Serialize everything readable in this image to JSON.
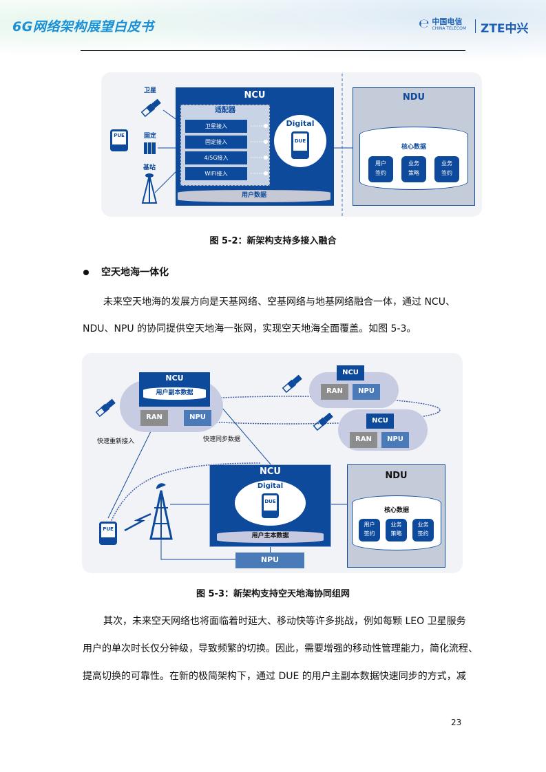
{
  "header": {
    "doc_title": "6G网络架构展望白皮书",
    "logo_china_telecom_cn": "中国电信",
    "logo_china_telecom_en": "CHINA TELECOM",
    "logo_zte": "ZTE中兴"
  },
  "figure_5_2": {
    "left_labels": {
      "satellite": "卫星",
      "fixed": "固定",
      "base_station": "基站"
    },
    "pue": "PUE",
    "ncu_title": "NCU",
    "adapter_title": "适配器",
    "access_items": [
      "卫星接入",
      "固定接入",
      "4/5G接入",
      "WIFI接入"
    ],
    "digital": "Digital",
    "due": "DUE",
    "user_data": "用户数据",
    "ndu_title": "NDU",
    "core_data": "核心数据",
    "core_items": [
      {
        "line1": "用户",
        "line2": "签约"
      },
      {
        "line1": "业务",
        "line2": "策略"
      },
      {
        "line1": "业务",
        "line2": "签约"
      }
    ],
    "caption": "图  5-2：新架构支持多接入融合"
  },
  "section": {
    "bullet_title": "空天地海一体化",
    "para1_line1": "未来空天地海的发展方向是天基网络、空基网络与地基网络融合一体，通过  NCU、",
    "para1_line2": "NDU、NPU 的协同提供空天地海一张网，实现空天地海全面覆盖。如图 5-3。"
  },
  "figure_5_3": {
    "cloud1": {
      "ncu": "NCU",
      "replica": "用户副本数据",
      "ran": "RAN",
      "npu": "NPU"
    },
    "cloud2": {
      "ncu": "NCU",
      "ran": "RAN",
      "npu": "NPU"
    },
    "cloud3": {
      "ncu": "NCU",
      "ran": "RAN",
      "npu": "NPU"
    },
    "fast_reaccess": "快速重新接入",
    "fast_sync": "快速同步数据",
    "ncu_title": "NCU",
    "digital": "Digital",
    "due": "DUE",
    "master_data": "用户主本数据",
    "npu": "NPU",
    "pue": "PUE",
    "ndu_title": "NDU",
    "core_data": "核心数据",
    "core_items": [
      {
        "line1": "用户",
        "line2": "签约"
      },
      {
        "line1": "业务",
        "line2": "策略"
      },
      {
        "line1": "业务",
        "line2": "签约"
      }
    ],
    "caption": "图  5-3：新架构支持空天地海协同组网"
  },
  "body": {
    "para2_line1": "其次，未来空天网络也将面临着时延大、移动快等许多挑战，例如每颗 LEO 卫星服务",
    "para2_line2": "用户的单次时长仅分钟级，导致频繁的切换。因此，需要增强的移动性管理能力，简化流程、",
    "para2_line3": "提高切换的可靠性。在新的极简架构下，通过 DUE 的用户主副本数据快速同步的方式，减"
  },
  "footer": {
    "page_number": "23"
  },
  "colors": {
    "dark_blue": "#0d4a9c",
    "mid_blue": "#4a7ab8",
    "gray": "#8c8c8c",
    "title_blue": "#1a8fd6"
  }
}
